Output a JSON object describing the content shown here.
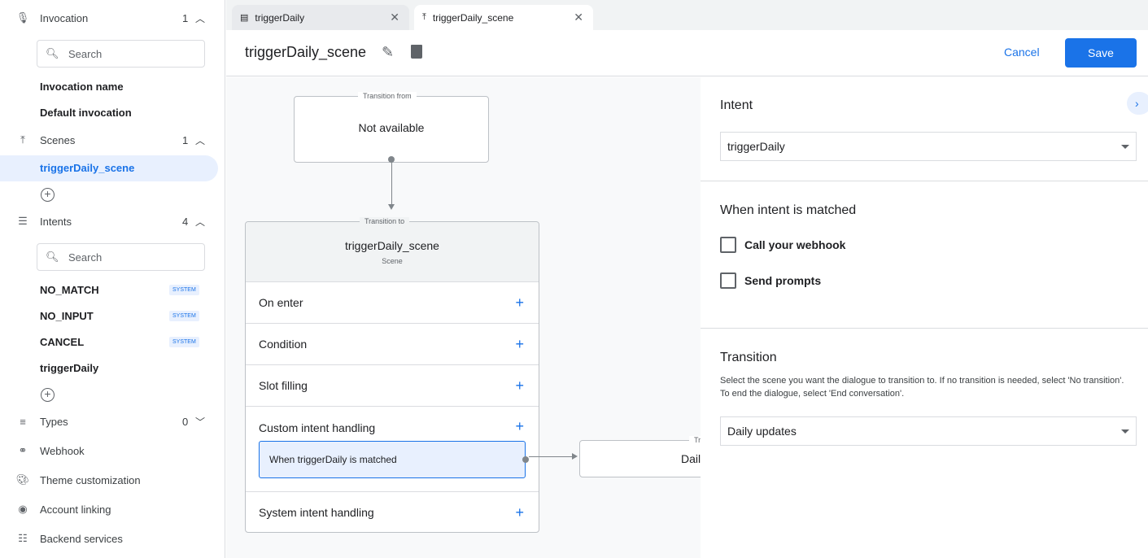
{
  "sidebar": {
    "invocation": {
      "label": "Invocation",
      "count": "1",
      "search_placeholder": "Search",
      "items": [
        "Invocation name",
        "Default invocation"
      ]
    },
    "scenes": {
      "label": "Scenes",
      "count": "1",
      "items": [
        "triggerDaily_scene"
      ]
    },
    "intents": {
      "label": "Intents",
      "count": "4",
      "search_placeholder": "Search",
      "items": [
        {
          "label": "NO_MATCH",
          "badge": "SYSTEM"
        },
        {
          "label": "NO_INPUT",
          "badge": "SYSTEM"
        },
        {
          "label": "CANCEL",
          "badge": "SYSTEM"
        },
        {
          "label": "triggerDaily"
        }
      ]
    },
    "types": {
      "label": "Types",
      "count": "0"
    },
    "links": [
      "Webhook",
      "Theme customization",
      "Account linking",
      "Backend services"
    ]
  },
  "tabs": [
    {
      "label": "triggerDaily",
      "icon": "intent-icon"
    },
    {
      "label": "triggerDaily_scene",
      "icon": "scene-icon"
    }
  ],
  "header": {
    "title": "triggerDaily_scene",
    "cancel": "Cancel",
    "save": "Save"
  },
  "canvas": {
    "from": {
      "caption": "Transition from",
      "text": "Not available"
    },
    "scene": {
      "caption": "Transition to",
      "name": "triggerDaily_scene",
      "sub": "Scene",
      "rows": [
        "On enter",
        "Condition",
        "Slot filling",
        "Custom intent handling",
        "System intent handling"
      ],
      "handler": "When triggerDaily is matched"
    },
    "target": {
      "caption": "Tr",
      "text": "Dail"
    }
  },
  "panel": {
    "intent_heading": "Intent",
    "intent_value": "triggerDaily",
    "matched_heading": "When intent is matched",
    "checkboxes": [
      "Call your webhook",
      "Send prompts"
    ],
    "transition_heading": "Transition",
    "transition_help": "Select the scene you want the dialogue to transition to. If no transition is needed, select 'No transition'. To end the dialogue, select 'End conversation'.",
    "transition_value": "Daily updates"
  },
  "colors": {
    "accent": "#1a73e8",
    "selected_bg": "#e8f0fe"
  }
}
